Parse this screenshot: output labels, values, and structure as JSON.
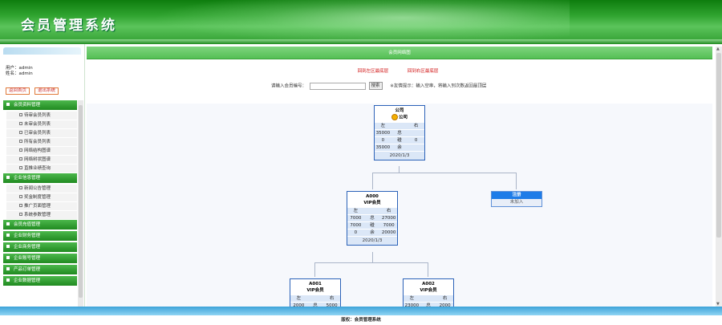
{
  "header": {
    "title": "会员管理系统"
  },
  "sidebar": {
    "user_line": "用户：admin",
    "name_line": "姓名：admin",
    "buttons": [
      "返回首页",
      "退出系统"
    ],
    "groups": [
      {
        "label": "会员资料管理",
        "items": [
          "待审会员列表",
          "未审会员列表",
          "已审会员列表",
          "所有会员列表",
          "网络结构图谱",
          "网络树状图谱",
          "直推业绩查询"
        ]
      },
      {
        "label": "企业信息管理",
        "items": [
          "新闻公告管理",
          "奖金制度管理",
          "推广页面管理",
          "系统参数管理"
        ]
      },
      {
        "label": "会员充值管理",
        "items": []
      },
      {
        "label": "企业财务管理",
        "items": []
      },
      {
        "label": "企业商务管理",
        "items": []
      },
      {
        "label": "企业账号管理",
        "items": []
      },
      {
        "label": "产品订单管理",
        "items": []
      },
      {
        "label": "企业数据管理",
        "items": []
      }
    ]
  },
  "main": {
    "title": "会员网络图",
    "links": [
      "回到左区最底层",
      "回到右区最底层"
    ],
    "search": {
      "label": "请输入会员编号：",
      "button": "搜索",
      "hint": "※友情提示：输入空串，将输入到次数返回最顶层"
    }
  },
  "tree": {
    "root": {
      "id": "公司",
      "name": "公司",
      "rows": [
        [
          "左",
          "",
          "右"
        ],
        [
          "35000",
          "总",
          ""
        ],
        [
          "0",
          "碰",
          "0"
        ],
        [
          "35000",
          "余",
          ""
        ]
      ],
      "date": "2020/1/3"
    },
    "a000": {
      "id": "A000",
      "level": "VIP会员",
      "rows": [
        [
          "左",
          "",
          "右"
        ],
        [
          "7000",
          "总",
          "27000"
        ],
        [
          "7000",
          "碰",
          "7000"
        ],
        [
          "0",
          "余",
          "20000"
        ]
      ],
      "date": "2020/1/3"
    },
    "register": {
      "title": "注册",
      "status": "未加入"
    },
    "a001": {
      "id": "A001",
      "level": "VIP会员",
      "rows": [
        [
          "左",
          "",
          "右"
        ],
        [
          "2000",
          "总",
          "5000"
        ]
      ]
    },
    "a002": {
      "id": "A002",
      "level": "VIP会员",
      "rows": [
        [
          "左",
          "",
          "右"
        ],
        [
          "23000",
          "总",
          "2000"
        ]
      ]
    }
  },
  "footer": {
    "text": "版权：会员管理系统"
  }
}
